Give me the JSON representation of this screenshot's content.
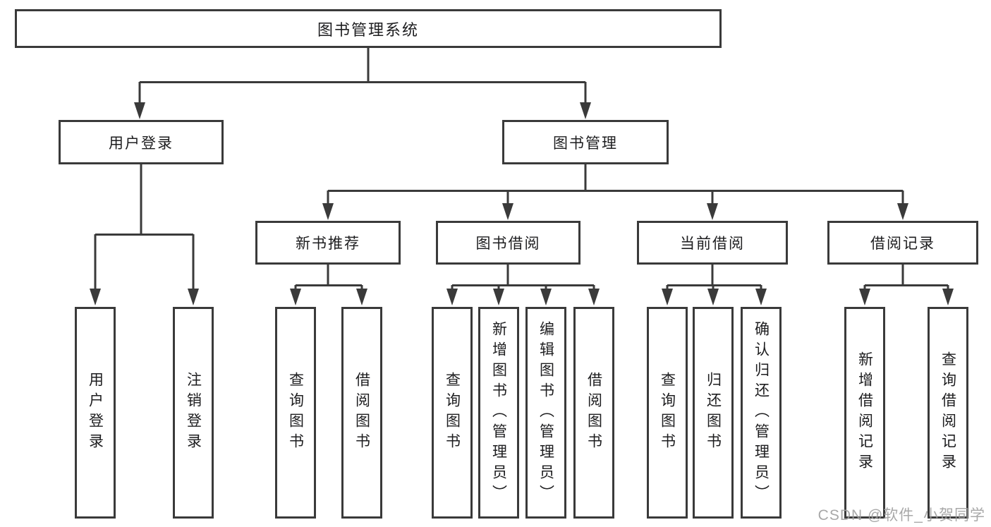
{
  "diagram": {
    "title": "图书管理系统",
    "branches": [
      {
        "label": "用户登录",
        "children": [
          {
            "label": "用户登录"
          },
          {
            "label": "注销登录"
          }
        ]
      },
      {
        "label": "图书管理",
        "groups": [
          {
            "label": "新书推荐",
            "children": [
              {
                "label": "查询图书"
              },
              {
                "label": "借阅图书"
              }
            ]
          },
          {
            "label": "图书借阅",
            "children": [
              {
                "label": "查询图书"
              },
              {
                "label": "新增图书（管理员）"
              },
              {
                "label": "编辑图书（管理员）"
              },
              {
                "label": "借阅图书"
              }
            ]
          },
          {
            "label": "当前借阅",
            "children": [
              {
                "label": "查询图书"
              },
              {
                "label": "归还图书"
              },
              {
                "label": "确认归还（管理员）"
              }
            ]
          },
          {
            "label": "借阅记录",
            "children": [
              {
                "label": "新增借阅记录"
              },
              {
                "label": "查询借阅记录"
              }
            ]
          }
        ]
      }
    ]
  },
  "watermark": "CSDN @软件_小贺同学",
  "colors": {
    "background": "#ffffff",
    "line": "#3a3a3a",
    "text": "#1d1d1f",
    "watermark": "#9e9e9e"
  }
}
